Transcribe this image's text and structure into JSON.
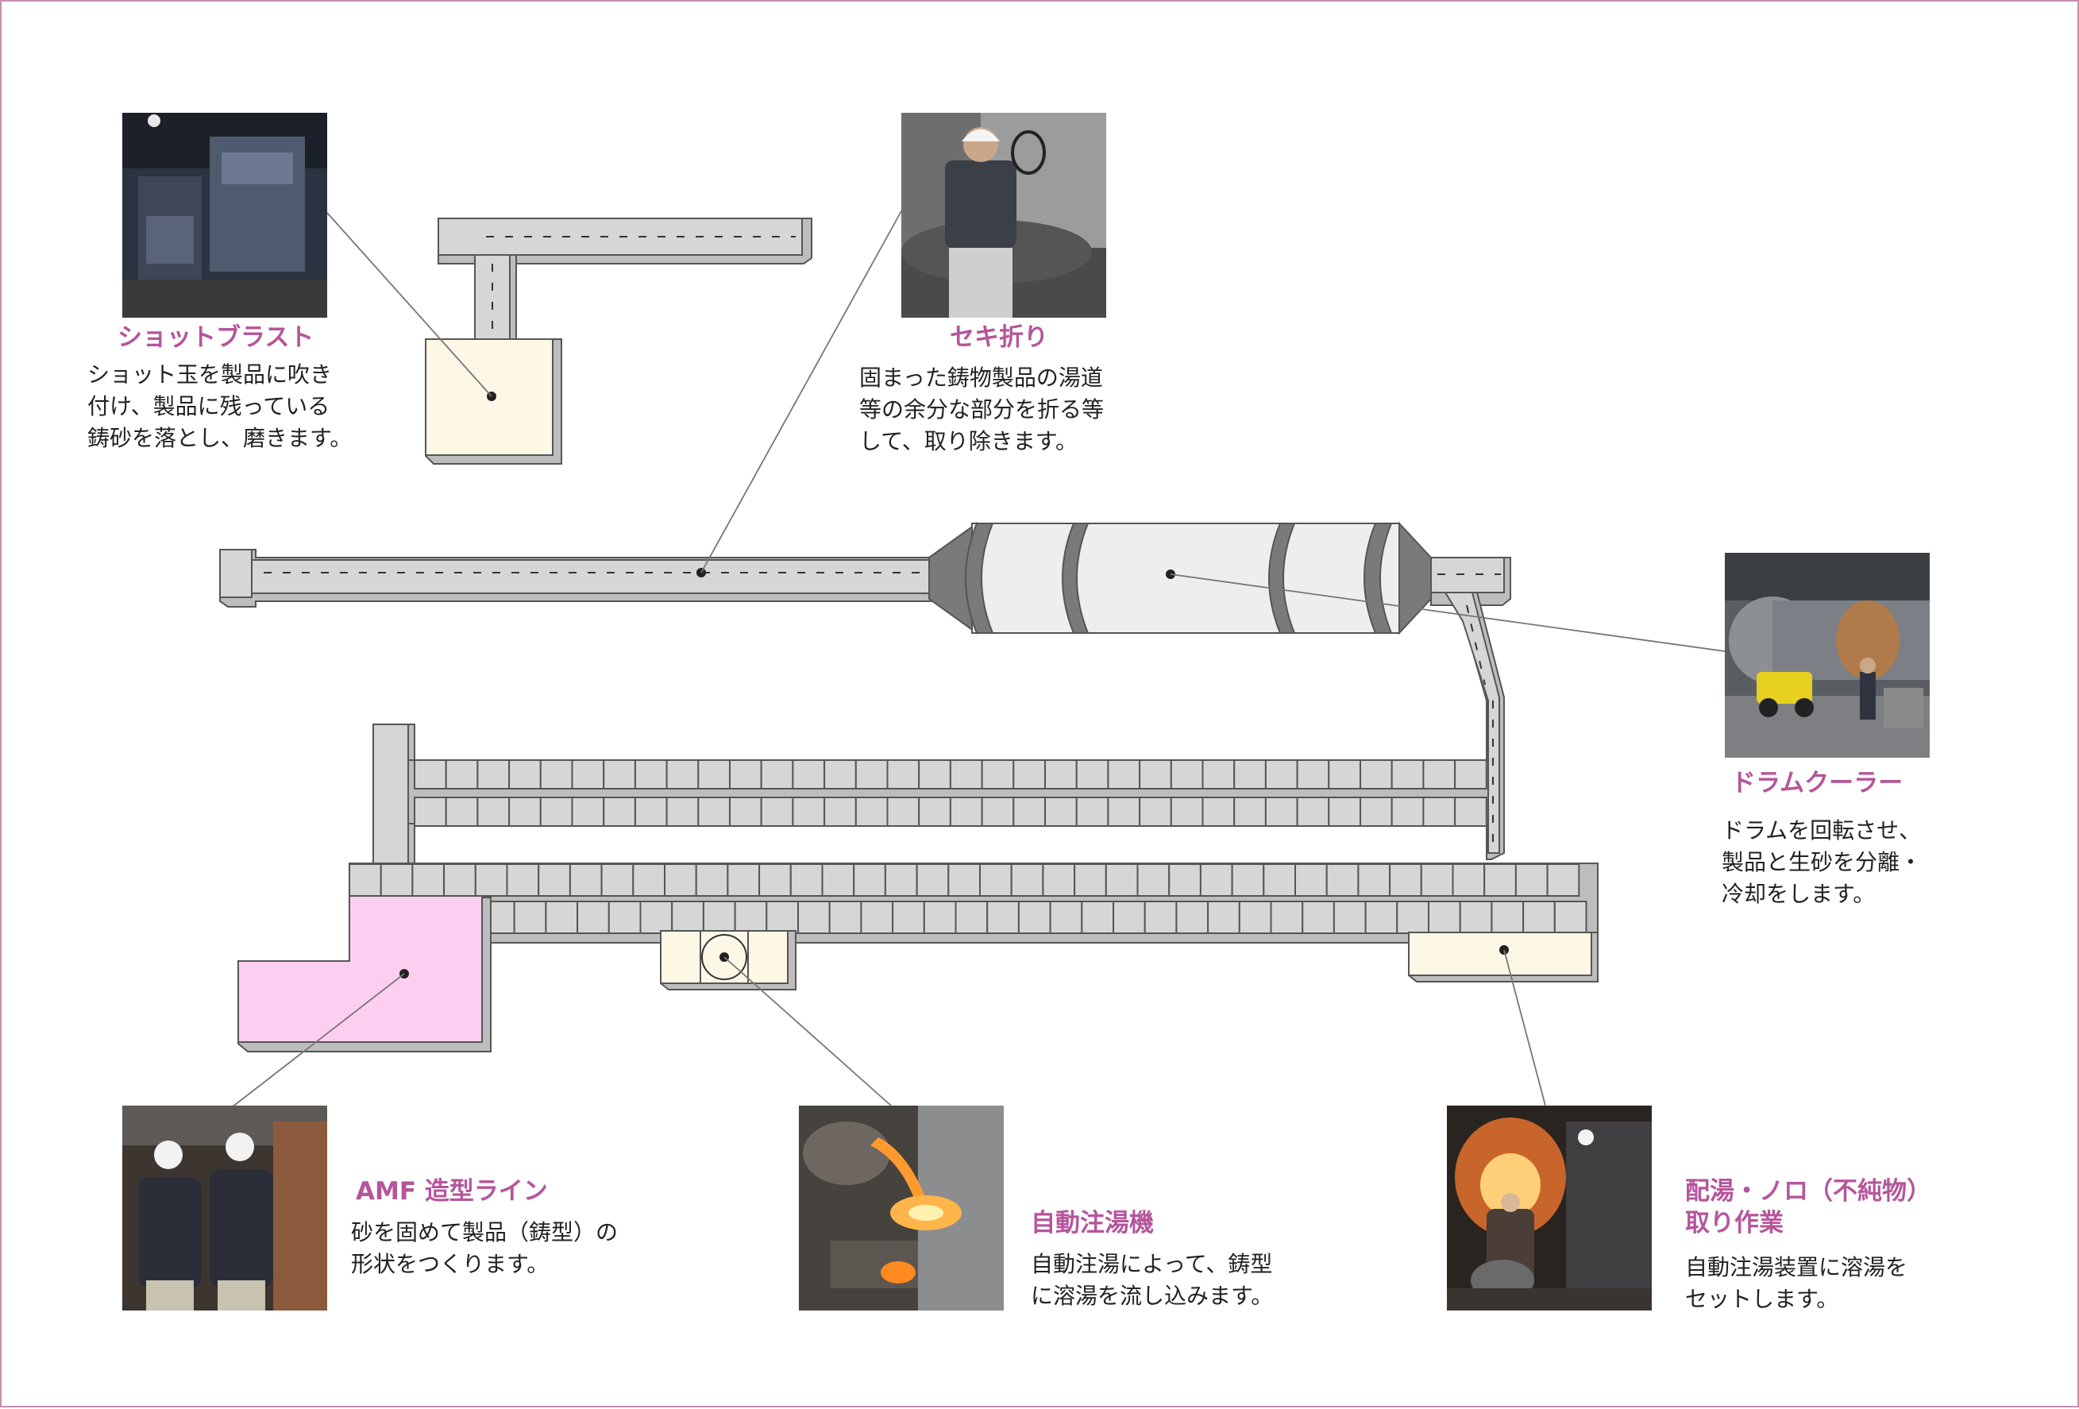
{
  "colors": {
    "accent": "#b5559b",
    "border": "#c58fb0",
    "machine_fill": "#d6d6d6",
    "machine_stroke": "#555555",
    "pale_yellow": "#fdf8e6",
    "pink": "#fccff0",
    "drum_light": "#eeeeee",
    "drum_dark": "#7a7a7a"
  },
  "stations": {
    "shot_blast": {
      "title": "ショットブラスト",
      "description": "ショット玉を製品に吹き\n付け、製品に残っている\n鋳砂を落とし、磨きます。",
      "photo": "shot-blast-machine-photo"
    },
    "seki_ori": {
      "title": "セキ折り",
      "description": "固まった鋳物製品の湯道\n等の余分な部分を折る等\nして、取り除きます。",
      "photo": "worker-removing-runners-photo"
    },
    "drum_cooler": {
      "title": "ドラムクーラー",
      "description": "ドラムを回転させ、\n製品と生砂を分離・\n冷却をします。",
      "photo": "drum-cooler-forklift-photo"
    },
    "amf_line": {
      "title": "AMF 造型ライン",
      "description": "砂を固めて製品（鋳型）の\n形状をつくります。",
      "photo": "molding-line-workers-photo"
    },
    "auto_pour": {
      "title": "自動注湯機",
      "description": "自動注湯によって、鋳型\nに溶湯を流し込みます。",
      "photo": "molten-metal-pouring-photo"
    },
    "ladle": {
      "title": "配湯・ノロ（不純物）\n取り作業",
      "description": "自動注湯装置に溶湯を\nセットします。",
      "photo": "furnace-ladle-work-photo"
    }
  }
}
